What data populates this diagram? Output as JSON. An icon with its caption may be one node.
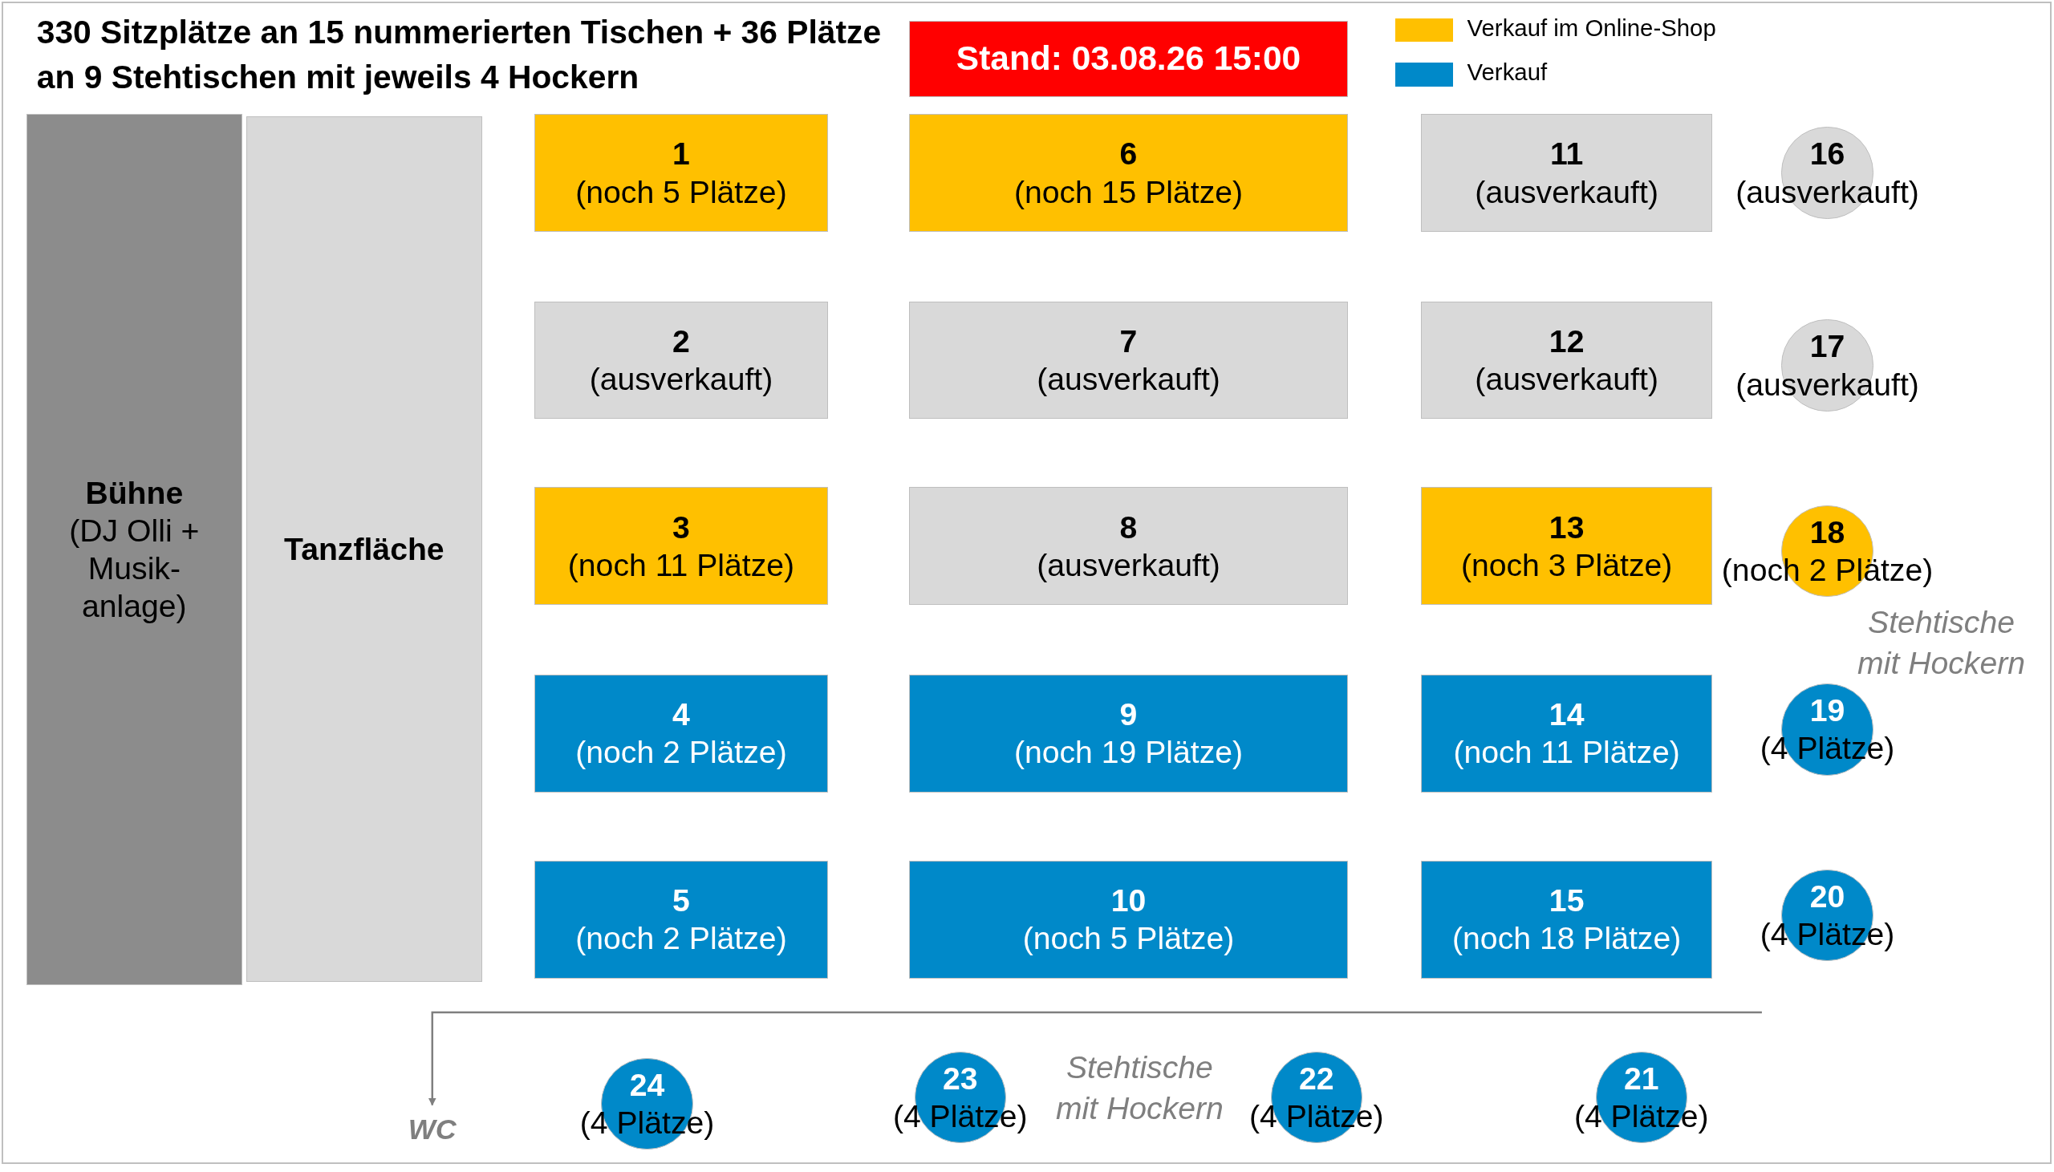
{
  "diagram": {
    "title": "330 Sitzplätze an 15 nummerierten Tischen + 36 Plätze an 9 Stehtischen mit jeweils 4 Hockern",
    "nodes": [
      {
        "text": [
          "Stand: 03.08.26 15:00"
        ]
      },
      {
        "text": [
          "Bühne",
          "(DJ Olli + Musik-anlage)"
        ]
      },
      {
        "text": [
          "Tanzfläche"
        ]
      },
      {
        "text": [
          "1",
          "(noch 5 Plätze)"
        ]
      },
      {
        "text": [
          "2",
          "(ausverkauft)"
        ]
      },
      {
        "text": [
          "3",
          "(noch 11 Plätze)"
        ]
      },
      {
        "text": [
          "4",
          "(noch 2 Plätze)"
        ]
      },
      {
        "text": [
          "5",
          "(noch 2 Plätze)"
        ]
      },
      {
        "text": [
          "6",
          "(noch 15 Plätze)"
        ]
      },
      {
        "text": [
          "7",
          "(ausverkauft)"
        ]
      },
      {
        "text": [
          "8",
          "(ausverkauft)"
        ]
      },
      {
        "text": [
          "9",
          "(noch 19 Plätze)"
        ]
      },
      {
        "text": [
          "10",
          "(noch 5 Plätze)"
        ]
      },
      {
        "text": [
          "11",
          "(ausverkauft)"
        ]
      },
      {
        "text": [
          "12",
          "(ausverkauft)"
        ]
      },
      {
        "text": [
          "13",
          "(noch 3 Plätze)"
        ]
      },
      {
        "text": [
          "14",
          "(noch 11 Plätze)"
        ]
      },
      {
        "text": [
          "15",
          "(noch 18 Plätze)"
        ]
      },
      {
        "text": [
          "16",
          "(ausverkauft)"
        ]
      },
      {
        "text": [
          "17",
          "(ausverkauft)"
        ]
      },
      {
        "text": [
          "18",
          "(noch 2 Plätze)"
        ]
      },
      {
        "text": [
          "19",
          "(4 Plätze)"
        ]
      },
      {
        "text": [
          "20",
          "(4 Plätze)"
        ]
      },
      {
        "text": [
          "24",
          "(4 Plätze)"
        ]
      },
      {
        "text": [
          "23",
          "(4 Plätze)"
        ]
      },
      {
        "text": [
          "22",
          "(4 Plätze)"
        ]
      },
      {
        "text": [
          "21",
          "(4 Plätze)"
        ]
      },
      {
        "text": [
          "WC"
        ]
      }
    ],
    "edges": [
      {
        "from": null,
        "to": 27,
        "arrow": "to"
      }
    ],
    "labels": [
      "Stehtische mit Hockern",
      "Stehtische mit Hockern"
    ],
    "legend": [
      {
        "text": "Verkauf im Online-Shop",
        "color": "#ffc000"
      },
      {
        "text": "Verkauf",
        "color": "#0089c9"
      }
    ]
  }
}
